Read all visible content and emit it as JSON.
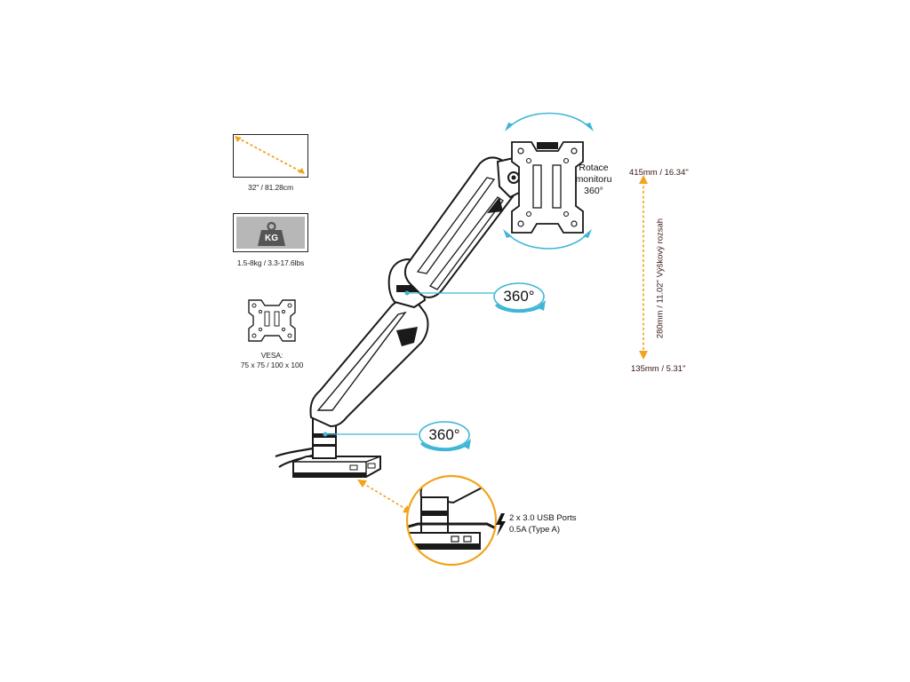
{
  "specs": {
    "screen_size": "32\" / 81.28cm",
    "weight_icon_text": "KG",
    "weight": "1.5-8kg / 3.3-17.6lbs",
    "vesa_line1": "VESA:",
    "vesa_line2": "75 x 75 / 100 x 100"
  },
  "rotation": {
    "monitor_line1": "Rotace",
    "monitor_line2": "monitoru",
    "monitor_line3": "360°",
    "joint_badge": "360°",
    "base_badge": "360°"
  },
  "height": {
    "top": "415mm / 16.34\"",
    "range": "280mm / 11.02\"  Výškový rozsah",
    "bottom": "135mm / 5.31\""
  },
  "usb": {
    "line1": "2 x 3.0 USB Ports",
    "line2": "0.5A (Type A)"
  },
  "colors": {
    "accent_orange": "#f2a31b",
    "accent_blue": "#3fb6d6",
    "outline": "#1a1a1a",
    "dim_text": "#3a1414"
  }
}
